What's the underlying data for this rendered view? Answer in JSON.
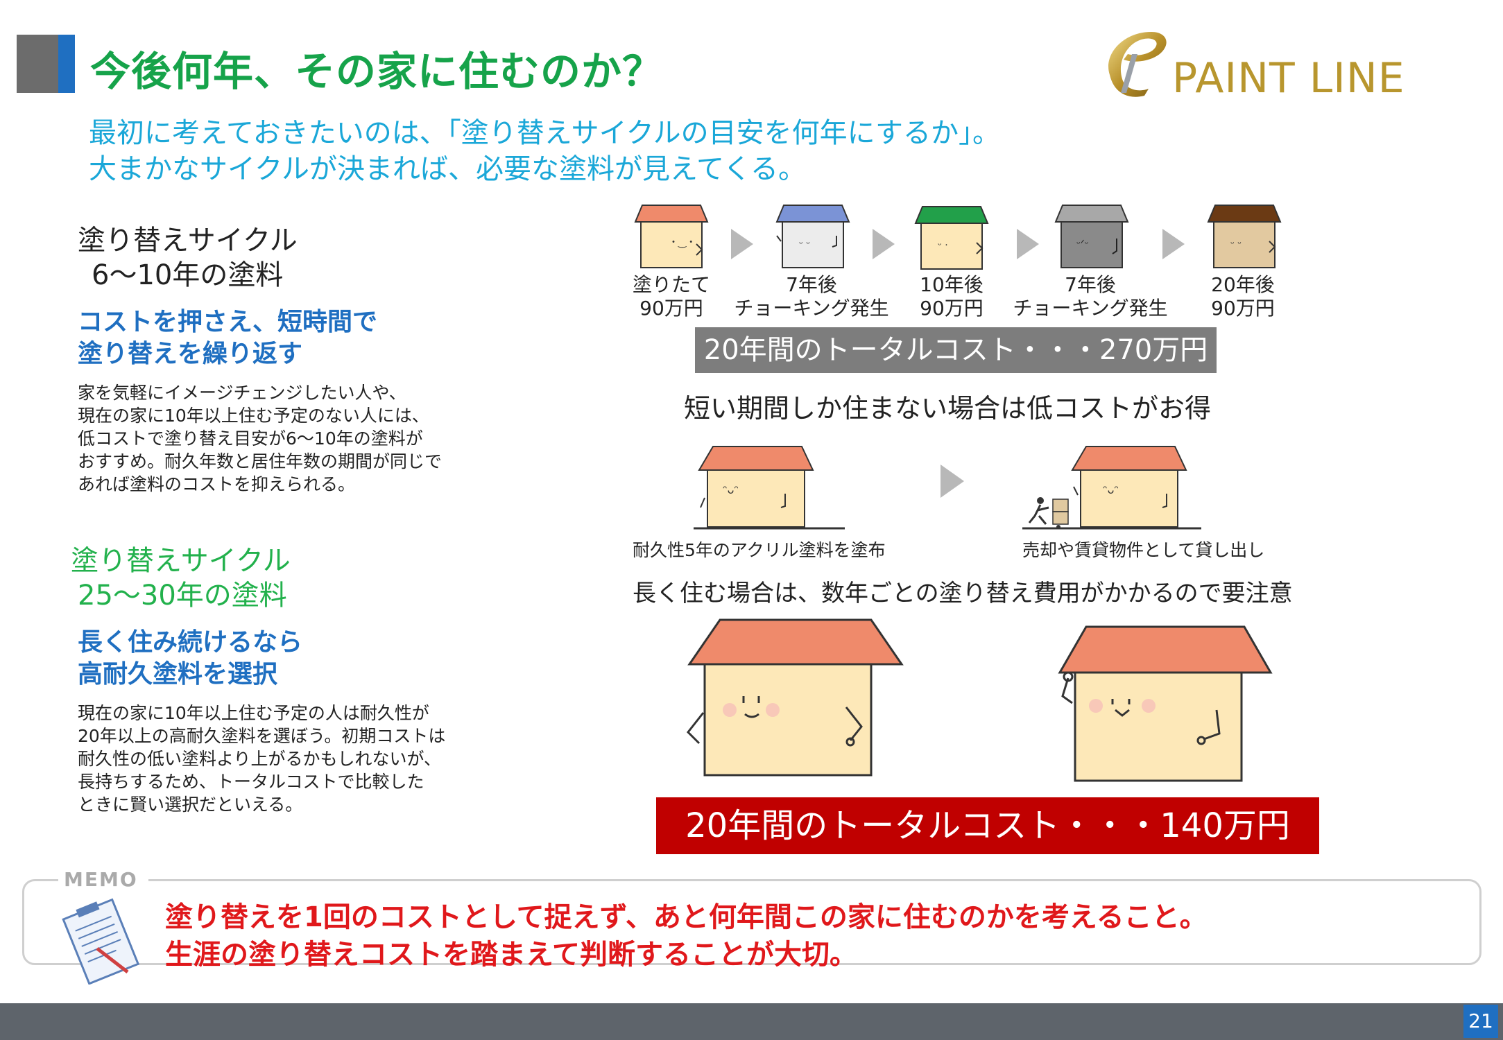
{
  "header": {
    "title": "今後何年、その家に住むのか？",
    "logo_text": "PAINT LINE"
  },
  "intro": {
    "line1": "最初に考えておきたいのは、「塗り替えサイクルの目安を何年にするか」。",
    "line2": "大まかなサイクルが決まれば、必要な塗料が見えてくる。"
  },
  "left": {
    "section1": {
      "heading_line1": "塗り替えサイクル",
      "heading_line2": "6～10年の塗料",
      "strong_line1": "コストを押さえ、短時間で",
      "strong_line2": "塗り替えを繰り返す",
      "body": [
        "家を気軽にイメージチェンジしたい人や、",
        "現在の家に10年以上住む予定のない人には、",
        "低コストで塗り替え目安が6～10年の塗料が",
        "おすすめ。耐久年数と居住年数の期間が同じで",
        "あれば塗料のコストを抑えられる。"
      ]
    },
    "section2": {
      "heading_line1": "塗り替えサイクル",
      "heading_line2": "25～30年の塗料",
      "strong_line1": "長く住み続けるなら",
      "strong_line2": "高耐久塗料を選択",
      "body": [
        "現在の家に10年以上住む予定の人は耐久性が",
        "20年以上の高耐久塗料を選ぼう。初期コストは",
        "耐久性の低い塗料より上がるかもしれないが、",
        "長持ちするため、トータルコストで比較した",
        "ときに賢い選択だといえる。"
      ]
    }
  },
  "timeline": [
    {
      "line1": "塗りたて",
      "line2": "90万円"
    },
    {
      "line1": "7年後",
      "line2": "チョーキング発生"
    },
    {
      "line1": "10年後",
      "line2": "90万円"
    },
    {
      "line1": "7年後",
      "line2": "チョーキング発生"
    },
    {
      "line1": "20年後",
      "line2": "90万円"
    }
  ],
  "colors": {
    "roof1": "#ef8a6b",
    "roof2": "#7b93d6",
    "roof3": "#22a04a",
    "roof4": "#a8a8a8",
    "roof5": "#6b3a14",
    "wall_light": "#fde8b8",
    "wall_gray": "#8a8a8a",
    "title_green": "#16a34a",
    "accent_blue": "#1f6fc1",
    "alert_red": "#c00000"
  },
  "totals": {
    "short": "20年間のトータルコスト・・・270万円",
    "long": "20年間のトータルコスト・・・140万円"
  },
  "short_term": {
    "heading": "短い期間しか住まない場合は低コストがお得",
    "caption_left": "耐久性5年のアクリル塗料を塗布",
    "caption_right": "売却や賃貸物件として貸し出し"
  },
  "long_term": {
    "heading": "長く住む場合は、数年ごとの塗り替え費用がかかるので要注意"
  },
  "memo": {
    "label": "MEMO",
    "line1": "塗り替えを1回のコストとして捉えず、あと何年間この家に住むのかを考えること。",
    "line2": "生涯の塗り替えコストを踏まえて判断することが大切。"
  },
  "footer": {
    "page_number": "21"
  }
}
